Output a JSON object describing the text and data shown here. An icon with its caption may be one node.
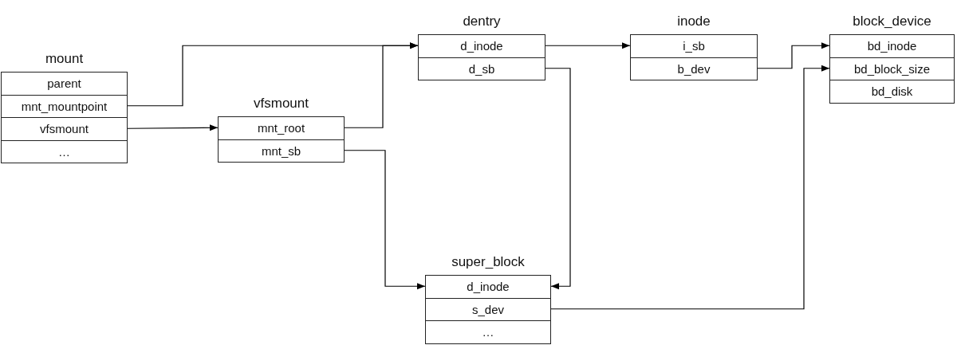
{
  "diagram": {
    "nodes": [
      {
        "text": [
          "mount"
        ]
      },
      {
        "text": [
          "parent"
        ],
        "in": 0
      },
      {
        "text": [
          "mnt_mountpoint"
        ],
        "in": 0
      },
      {
        "text": [
          "vfsmount"
        ],
        "in": 0
      },
      {
        "text": [
          "…"
        ],
        "in": 0
      },
      {
        "text": [
          "vfsmount"
        ]
      },
      {
        "text": [
          "mnt_root"
        ],
        "in": 5
      },
      {
        "text": [
          "mnt_sb"
        ],
        "in": 5
      },
      {
        "text": [
          "dentry"
        ]
      },
      {
        "text": [
          "d_inode"
        ],
        "in": 8
      },
      {
        "text": [
          "d_sb"
        ],
        "in": 8
      },
      {
        "text": [
          "inode"
        ]
      },
      {
        "text": [
          "i_sb"
        ],
        "in": 11
      },
      {
        "text": [
          "b_dev"
        ],
        "in": 11
      },
      {
        "text": [
          "block_device"
        ]
      },
      {
        "text": [
          "bd_inode"
        ],
        "in": 14
      },
      {
        "text": [
          "bd_block_size"
        ],
        "in": 14
      },
      {
        "text": [
          "bd_disk"
        ],
        "in": 14
      },
      {
        "text": [
          "super_block"
        ]
      },
      {
        "text": [
          "d_inode"
        ],
        "in": 18
      },
      {
        "text": [
          "s_dev"
        ],
        "in": 18
      },
      {
        "text": [
          "…"
        ],
        "in": 18
      }
    ],
    "edges": [
      {
        "from": 2,
        "to": 9,
        "arrow": "to"
      },
      {
        "from": 3,
        "to": 6,
        "arrow": "to"
      },
      {
        "from": 6,
        "to": 9,
        "arrow": "to"
      },
      {
        "from": 7,
        "to": 19,
        "arrow": "to"
      },
      {
        "from": 10,
        "to": 19,
        "arrow": "to"
      },
      {
        "from": 9,
        "to": 12,
        "arrow": "to"
      },
      {
        "from": 13,
        "to": 15,
        "arrow": "to"
      },
      {
        "from": 20,
        "to": 16,
        "arrow": "to"
      }
    ]
  }
}
